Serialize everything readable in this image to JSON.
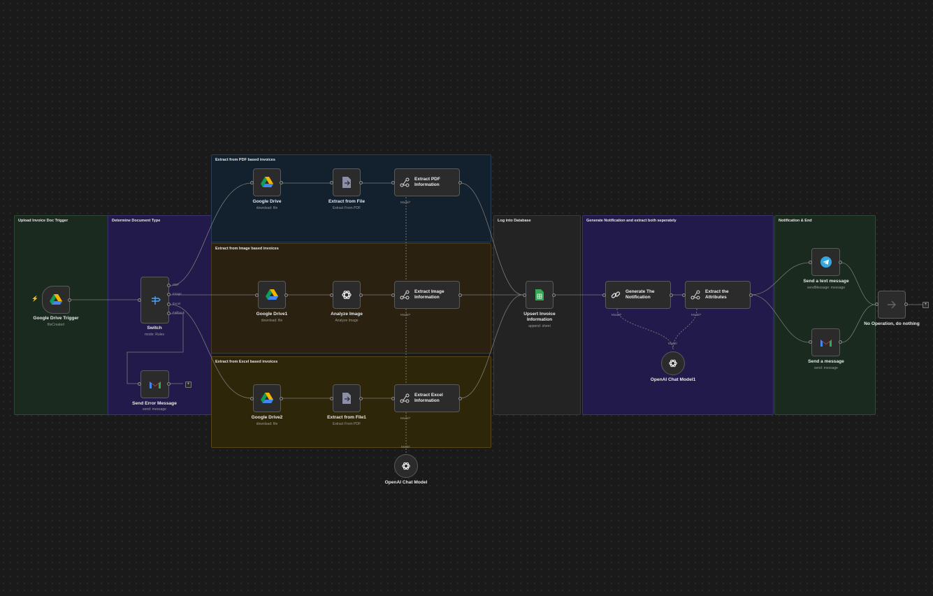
{
  "colors": {
    "green_bg": "#1a2a1e",
    "purple_bg": "#221a4a",
    "blue_bg": "#13202e",
    "brown_bg": "#2a2110",
    "olive_bg": "#2e2608",
    "gray_bg": "#232323"
  },
  "sticky_notes": {
    "upload": "Upload Invoice Doc Trigger",
    "determine": "Determine Document Type",
    "pdf": "Extract from PDF based invoices",
    "image": "Extract from Image based invoices",
    "excel": "Extract from Excel based invoices",
    "log": "Log into Database",
    "generate": "Generate Notification and extract both seperately",
    "notify": "Notification & End"
  },
  "nodes": {
    "trigger": {
      "label": "Google Drive Trigger",
      "sub": "fileCreated",
      "icon": "google-drive-icon"
    },
    "switch": {
      "label": "Switch",
      "sub": "mode: Rules",
      "icon": "switch-icon",
      "outputs": [
        "PDF",
        "Image",
        "Excel",
        "Fallback"
      ]
    },
    "send_error": {
      "label": "Send Error Message",
      "sub": "send: message",
      "icon": "gmail-icon"
    },
    "gdrive": {
      "label": "Google Drive",
      "sub": "download: file",
      "icon": "google-drive-icon"
    },
    "extract_file": {
      "label": "Extract from File",
      "sub": "Extract From PDF",
      "icon": "file-icon"
    },
    "extract_pdf": {
      "label": "Extract PDF Information",
      "icon": "ai-extract-icon"
    },
    "gdrive1": {
      "label": "Google Drive1",
      "sub": "download: file",
      "icon": "google-drive-icon"
    },
    "analyze": {
      "label": "Analyze Image",
      "sub": "Analyze Image",
      "icon": "openai-icon"
    },
    "extract_image": {
      "label": "Extract Image Information",
      "icon": "ai-extract-icon"
    },
    "gdrive2": {
      "label": "Google Drive2",
      "sub": "download: file",
      "icon": "google-drive-icon"
    },
    "extract_file1": {
      "label": "Extract from File1",
      "sub": "Extract From PDF",
      "icon": "file-icon"
    },
    "extract_excel": {
      "label": "Extract Excel Information",
      "icon": "ai-extract-icon"
    },
    "openai_model": {
      "label": "OpenAI Chat Model",
      "icon": "openai-icon"
    },
    "upsert": {
      "label": "Upsert Invoice Information",
      "sub": "append: sheet",
      "icon": "sheets-icon"
    },
    "generate": {
      "label": "Generate The Notification",
      "icon": "link-icon"
    },
    "attributes": {
      "label": "Extract the Attributes",
      "icon": "ai-extract-icon"
    },
    "openai_model1": {
      "label": "OpenAI Chat Model1",
      "icon": "openai-icon"
    },
    "telegram": {
      "label": "Send a text message",
      "sub": "sendMessage: message",
      "icon": "telegram-icon"
    },
    "gmail": {
      "label": "Send a message",
      "sub": "send: message",
      "icon": "gmail-icon"
    },
    "noop": {
      "label": "No Operation, do nothing",
      "icon": "arrow-right-icon"
    }
  },
  "port_labels": {
    "model": "Model",
    "model_req": "Model*"
  }
}
